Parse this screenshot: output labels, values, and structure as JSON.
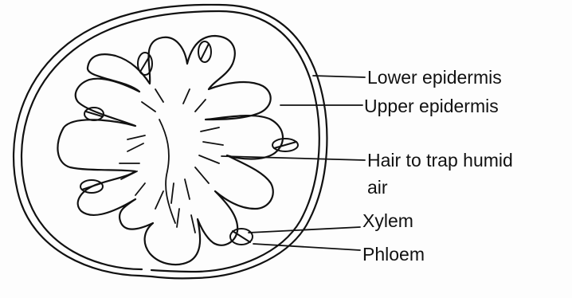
{
  "labels": {
    "lower_epidermis": "Lower epidermis",
    "upper_epidermis": "Upper epidermis",
    "hair_line1": "Hair to trap humid",
    "hair_line2": "air",
    "xylem": "Xylem",
    "phloem": "Phloem"
  },
  "colors": {
    "ink": "#111111",
    "background": "#fdfdfd"
  }
}
